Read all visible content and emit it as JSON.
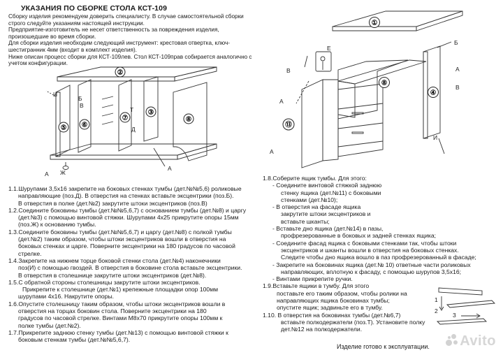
{
  "title": "УКАЗАНИЯ ПО СБОРКЕ СТОЛА КСТ-109",
  "intro": [
    "   Сборку изделия рекомендуем доверить специалисту. В случае самостоятельной сборки строго следуйте указаниям настоящей инструкции.",
    "   Предприятие-изготовитель не несет ответственность за повреждения изделия, произошедшие во время сборки.",
    "   Для сборки изделия необходим следующий инструмент: крестовая отвертка, ключ-шестигранник 4мм (входит в комплект изделия).",
    "   Ниже описан процесс сборки для КСТ-109лев. Стол КСТ-109прав собирается аналогично с учетом конфигурации."
  ],
  "steps_left": [
    {
      "t": "1.1.Шурупами 3,5х16 закрепите на боковых стенках тумбы (дет.№№5,6) роликовые",
      "c": ""
    },
    {
      "t": "направляющие (поз.Д). В отверстия на стенках вставьте эксцентрики (поз.Б).",
      "c": "ind1"
    },
    {
      "t": "В отверстия в полке (дет.№2) закрутите штоки эксцентриков (поз.В)",
      "c": "ind1"
    },
    {
      "t": "1.2.Соедините боковины тумбы (дет.№№5,6,7) с основанием  тумбы  (дет.№8) и царгу",
      "c": ""
    },
    {
      "t": "(дет.№3) с помощью винтовой стяжки. Шурупами 4х25 прикрутите опоры 15мм",
      "c": "ind1"
    },
    {
      "t": "(поз.Ж) к основанию тумбы.",
      "c": "ind1"
    },
    {
      "t": "1.3.Соедините боковины тумбы (дет.№№5,6,7) и царгу (дет.№8) с полкой тумбы",
      "c": ""
    },
    {
      "t": "(дет.№2) таким образом, чтобы  штоки эксцентриков  вошли в отверстия на",
      "c": "ind1"
    },
    {
      "t": "боковых стенках и царге. Поверните эксцентрики на 180 градусов по часовой",
      "c": "ind1"
    },
    {
      "t": "стрелке.",
      "c": "ind1"
    },
    {
      "t": "1.4.Закрепите на нижнем торце боковой стенки стола (дет.№4) наконечники",
      "c": ""
    },
    {
      "t": "поз(И) с помощью гвоздей. В отверстия в боковине стола  вставьте эксцентрики.",
      "c": "ind1"
    },
    {
      "t": "В отверстия в столешнице закрутите штоки эксцентриков (дет.№8).",
      "c": "ind1"
    },
    {
      "t": "1.5.С обратной стороны столешницы закрутите штоки эксцентриков.",
      "c": ""
    },
    {
      "t": "Прикрепите  к столешнице  (дет.№1) крепежные площадки опор 100мм",
      "c": "ind2"
    },
    {
      "t": "шурупами 4х16. Накрутите опоры.",
      "c": "ind1"
    },
    {
      "t": "1.6.Опустите столешницу таким образом, чтобы штоки эксцентриков вошли в",
      "c": ""
    },
    {
      "t": "отверстия на торцах боковин стола. Поверните эксцентрики на 180",
      "c": "ind1"
    },
    {
      "t": "градусов по часовой стрелке. Винтами М8х70 прикрутите опоры 100мм к",
      "c": "ind1"
    },
    {
      "t": "полке тумбы (дет.№2).",
      "c": "ind1"
    },
    {
      "t": "1.7.Прикрепите заднюю стенку тумбы (дет.№13) с помощью винтовой стяжки к",
      "c": ""
    },
    {
      "t": "боковым стенкам тумбы (дет.№№5,6,7).",
      "c": "ind1"
    }
  ],
  "steps_right": [
    {
      "t": "1.8.Соберите ящик тумбы. Для этого:",
      "c": ""
    },
    {
      "t": "- Соедините винтовой стяжкой заднюю",
      "c": "ind1"
    },
    {
      "t": "стенку ящика (дет.№11) с боковыми",
      "c": "ind3"
    },
    {
      "t": "стенками (дет.№10);",
      "c": "ind3"
    },
    {
      "t": "- В отверстия на фасаде ящика",
      "c": "ind1"
    },
    {
      "t": "закрутите штоки  эксцентриков и",
      "c": "ind3"
    },
    {
      "t": "вставьте шканты;",
      "c": "ind3"
    },
    {
      "t": "- Вставьте дно ящика (дет.№14) в пазы,",
      "c": "ind1"
    },
    {
      "t": "профрезерованные в боковых и задней стенках ящика;",
      "c": "ind3"
    },
    {
      "t": "- Соедините фасад ящика с боковыми стенками так, чтобы штоки",
      "c": "ind1"
    },
    {
      "t": "эксцентриков и шканты вошли в  отверстия на боковых стенках.",
      "c": "ind3"
    },
    {
      "t": "Следите чтобы дно ящика вошло в паз профрезерованный в фасаде;",
      "c": "ind3"
    },
    {
      "t": "- Закрепите на боковинах ящика (дет.№ 10) ответные части  роликовых",
      "c": "ind1"
    },
    {
      "t": "направляющих, вплотную к фасаду, с помощью шурупов 3,5х16;",
      "c": "ind3"
    },
    {
      "t": "- Винтами прикрепите ручки.",
      "c": "ind1"
    },
    {
      "t": "1.9.Вставьте ящики в тумбу. Для этого",
      "c": ""
    },
    {
      "t": "поставьте его таким образом, чтобы ролики на",
      "c": "ind2"
    },
    {
      "t": "направляющих ящика боковинах тумбы;",
      "c": "ind2"
    },
    {
      "t": "опустите ящик; задвиньте его в тумбу.",
      "c": "ind2"
    },
    {
      "t": "1.10. В отверстия на боковинах тумбы (дет.№6,7)",
      "c": ""
    },
    {
      "t": "вставьте полкодержатели (поз.Т). Установите полку",
      "c": "ind3"
    },
    {
      "t": "дет.№12 на полкодержатели.",
      "c": "ind3"
    }
  ],
  "final_note": "Изделие готово к эксплуатации.",
  "watermark": "Avito",
  "diagram_left": {
    "parts": [
      "②",
      "⑤",
      "⑥",
      "⑦",
      "③",
      "⑧"
    ],
    "labels": [
      "Б",
      "В",
      "Д",
      "Т",
      "И",
      "Ж",
      "А",
      "А"
    ]
  },
  "diagram_right": {
    "parts": [
      "①",
      "⑧",
      "④",
      "⑬"
    ],
    "labels": [
      "Е",
      "Б",
      "В",
      "А",
      "А",
      "И",
      "В",
      "А"
    ]
  },
  "mini_diagram": {
    "labels": [
      "1",
      "2",
      "3"
    ]
  }
}
